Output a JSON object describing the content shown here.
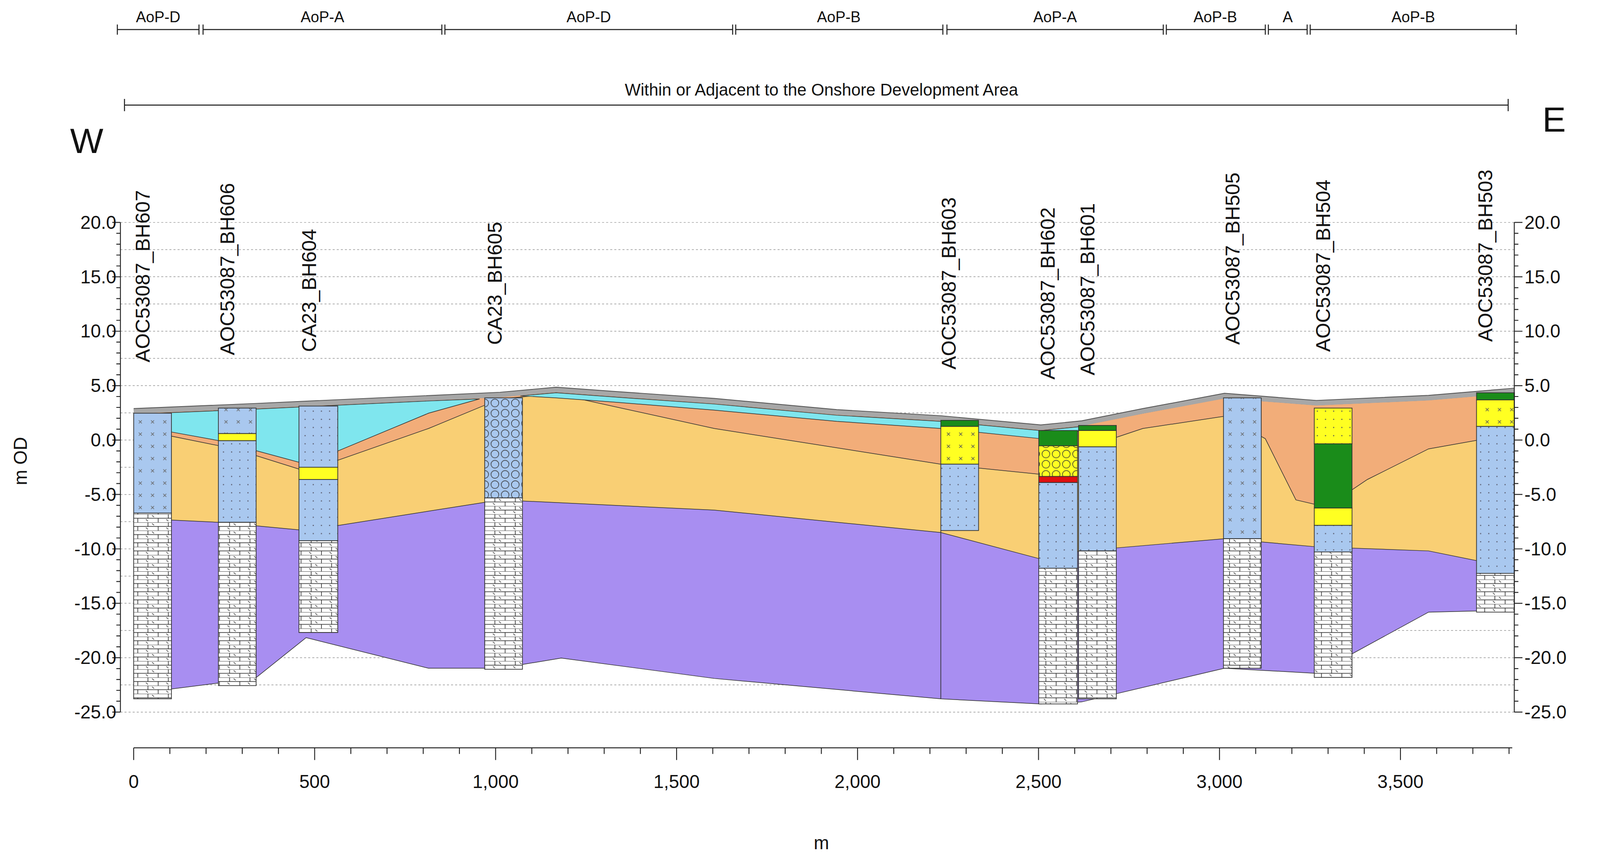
{
  "diagram": {
    "labels": [
      "AoP-D",
      "AoP-A",
      "AoP-D",
      "AoP-B",
      "AoP-A",
      "AoP-B",
      "A",
      "AoP-B",
      "Within or Adjacent to the Onshore Development Area",
      "W",
      "E",
      "AOC53087_BH607",
      "AOC53087_BH606",
      "CA23_BH604",
      "CA23_BH605",
      "AOC53087_BH603",
      "AOC53087_BH602",
      "AOC53087_BH601",
      "AOC53087_BH505",
      "AOC53087_BH504",
      "AOC53087_BH503",
      "20.0",
      "15.0",
      "10.0",
      "5.0",
      "0.0",
      "-5.0",
      "-10.0",
      "-15.0",
      "-20.0",
      "-25.0",
      "20.0",
      "15.0",
      "10.0",
      "5.0",
      "0.0",
      "-5.0",
      "-10.0",
      "-15.0",
      "-20.0",
      "-25.0",
      "m OD",
      "0",
      "500",
      "1,000",
      "1,500",
      "2,000",
      "2,500",
      "3,000",
      "3,500",
      "m"
    ]
  }
}
